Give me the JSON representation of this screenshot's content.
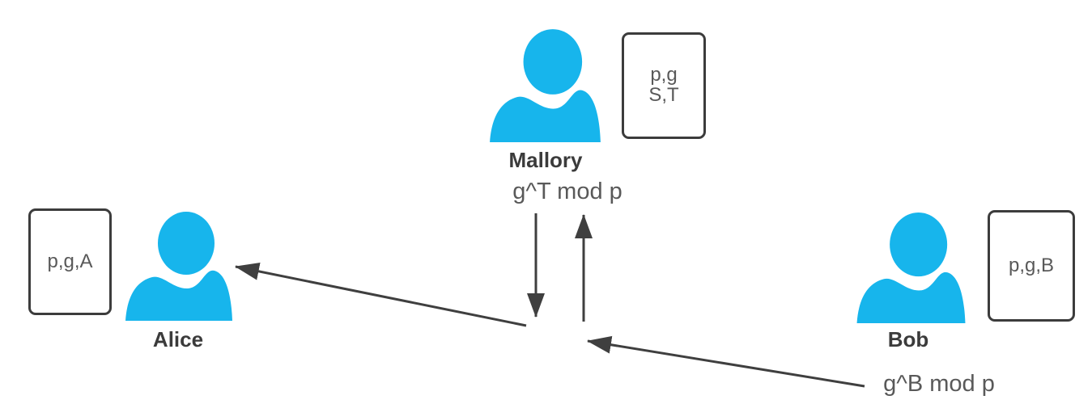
{
  "diagram": {
    "colors": {
      "person": "#17b5ec",
      "arrow": "#3f3f3f",
      "card_border": "#3c3c3c",
      "card_text": "#595959",
      "name_text": "#3b3b3b",
      "message_text": "#595959",
      "canvas_bg": "#ffffff"
    },
    "actors": [
      {
        "name": "Mallory",
        "card_lines": [
          "p,g",
          "S,T"
        ]
      },
      {
        "name": "Alice",
        "card_lines": [
          "p,g,A"
        ]
      },
      {
        "name": "Bob",
        "card_lines": [
          "p,g,B"
        ]
      }
    ],
    "messages": [
      {
        "text": "g^T mod p"
      },
      {
        "text": "g^B mod p"
      }
    ]
  }
}
